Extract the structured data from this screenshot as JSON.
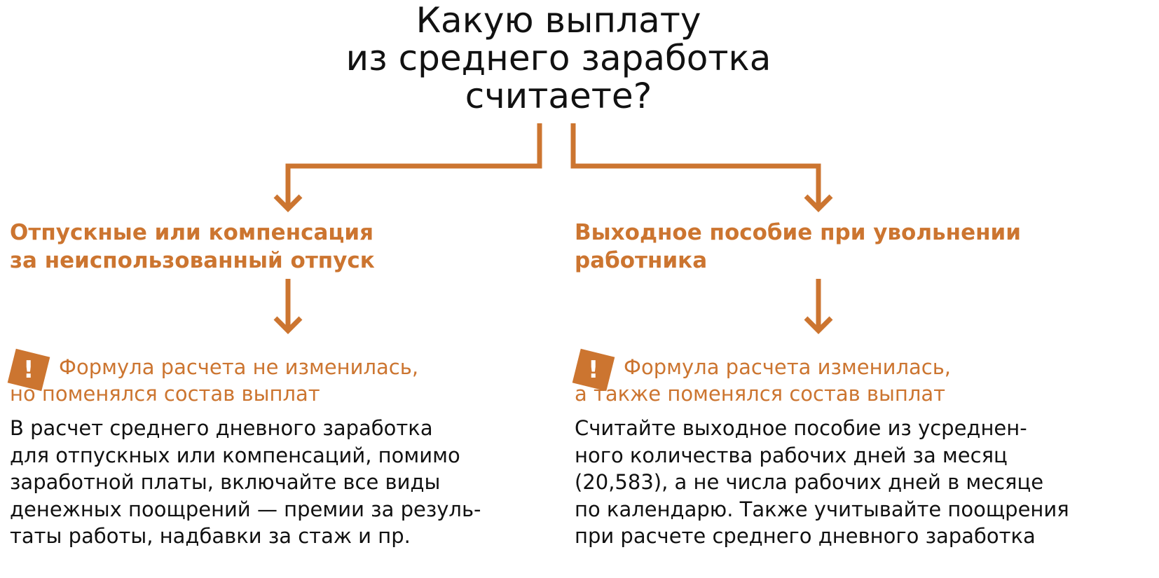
{
  "title_lines": [
    "Какую выплату",
    "из среднего заработка",
    "считаете?"
  ],
  "accent_color": "#CC7530",
  "left": {
    "heading": [
      "Отпускные или компенсация",
      "за неиспользованный отпуск"
    ],
    "warning": [
      "Формула расчета не изменилась,",
      "но поменялся состав выплат"
    ],
    "warning_icon": "!",
    "body": [
      "В расчет среднего дневного заработка",
      "для отпускных или компенсаций, помимо",
      "заработной платы, включайте все виды",
      "денежных поощрений — премии за резуль-",
      "таты работы, надбавки за стаж и пр."
    ]
  },
  "right": {
    "heading": [
      "Выходное пособие при увольнении",
      "работника"
    ],
    "warning": [
      "Формула расчета изменилась,",
      "а также поменялся состав выплат"
    ],
    "warning_icon": "!",
    "body": [
      "Считайте выходное пособие из усреднен-",
      "ного количества рабочих дней за месяц",
      "(20,583), а не числа рабочих дней в месяце",
      "по календарю. Также учитывайте поощрения",
      "при расчете среднего дневного заработка"
    ]
  }
}
